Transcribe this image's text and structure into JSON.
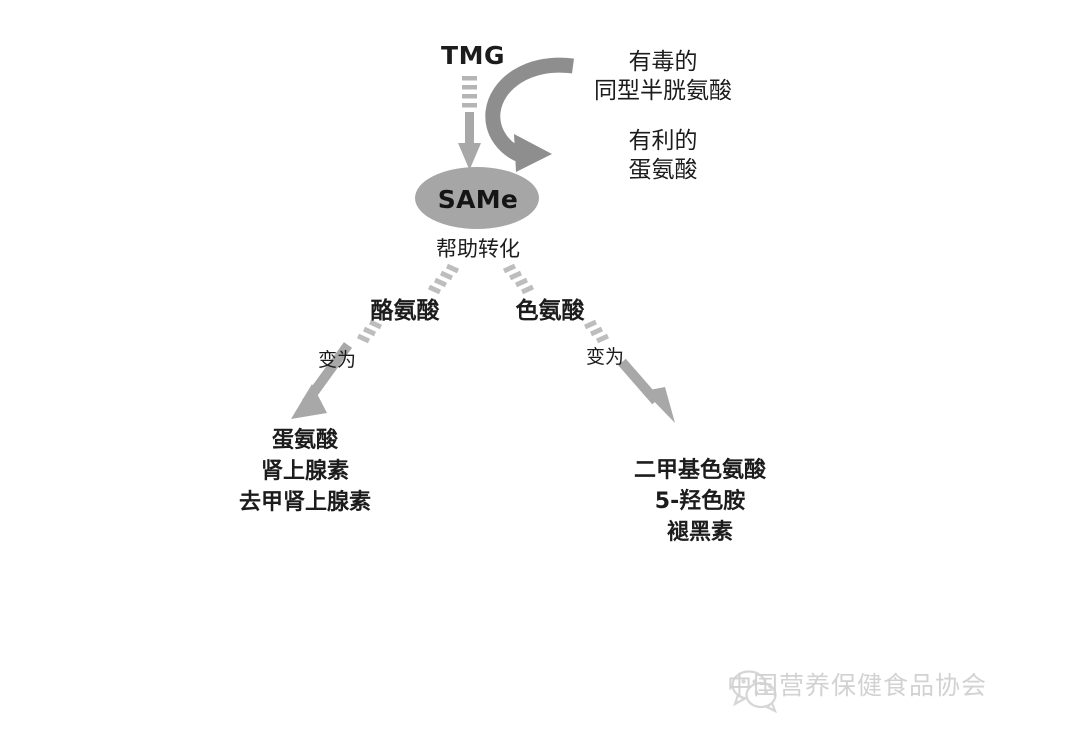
{
  "diagram": {
    "type": "flow-diagram",
    "background_color": "#ffffff",
    "arrow_color": "#a8a8a8",
    "node_fill_color": "#a6a6a6",
    "text_color": "#1c1c1c",
    "nodes": {
      "tmg": "TMG",
      "same": "SAMe",
      "tyrosine": "酪氨酸",
      "tryptophan": "色氨酸"
    },
    "side_notes": {
      "toxic_line1": "有毒的",
      "toxic_line2": "同型半胱氨酸",
      "beneficial_line1": "有利的",
      "beneficial_line2": "蛋氨酸"
    },
    "edge_labels": {
      "helps_convert": "帮助转化",
      "becomes_left": "变为",
      "becomes_right": "变为"
    },
    "products_left": {
      "line1": "蛋氨酸",
      "line2": "肾上腺素",
      "line3": "去甲肾上腺素"
    },
    "products_right": {
      "line1": "二甲基色氨酸",
      "line2": "5-羟色胺",
      "line3": "褪黑素"
    }
  },
  "footer": {
    "logo_icon": "wechat-icon",
    "organization": "中国营养保健食品协会",
    "color": "#d2d2d2"
  }
}
